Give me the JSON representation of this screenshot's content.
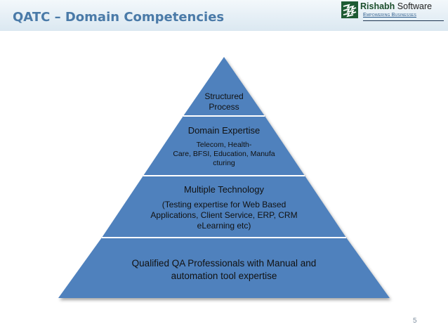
{
  "slide": {
    "title": "QATC – Domain Competencies",
    "page_number": "5"
  },
  "logo": {
    "brand": "Rishabh",
    "suffix": " Software",
    "tagline": "Empowering Businesses"
  },
  "pyramid": {
    "tier1": {
      "line1": "Structured",
      "line2": "Process"
    },
    "tier2": {
      "heading": "Domain Expertise",
      "detail_line1": "Telecom, Health-",
      "detail_line2": "Care, BFSI, Education, Manufa",
      "detail_line3": "cturing"
    },
    "tier3": {
      "heading": "Multiple Technology",
      "detail_line1": "(Testing expertise for Web Based",
      "detail_line2": "Applications, Client Service, ERP, CRM",
      "detail_line3": "eLearning etc)"
    },
    "tier4": {
      "line1": "Qualified QA Professionals with Manual and",
      "line2": "automation tool expertise"
    },
    "fill_color": "#4f81bd",
    "separator_color": "#ffffff"
  },
  "colors": {
    "title": "#4a7aa8",
    "header_band": "#e4eef5"
  }
}
